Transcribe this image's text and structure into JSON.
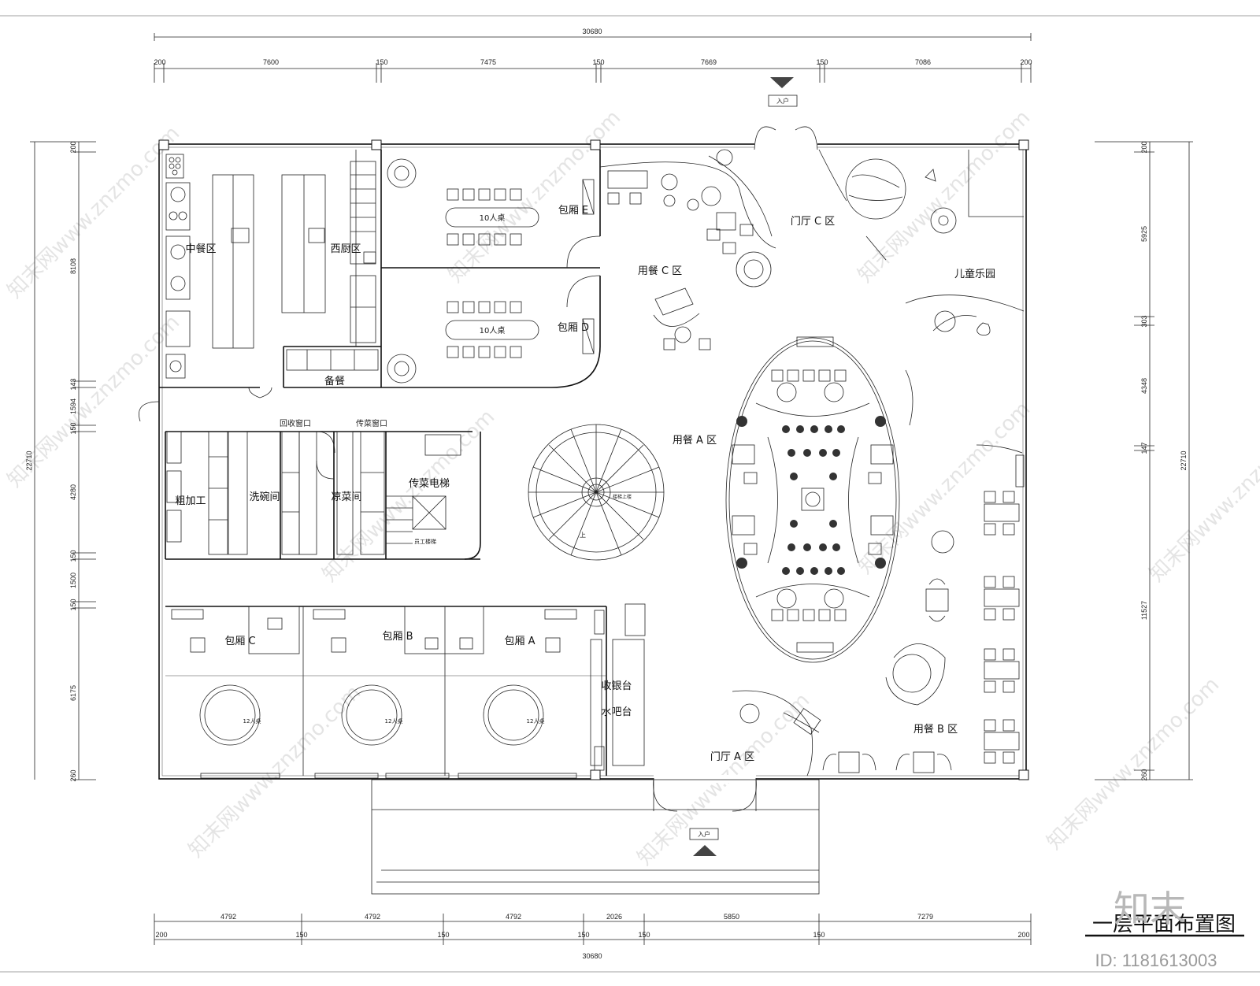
{
  "drawing": {
    "title": "一层平面布置图",
    "watermark_text": "知末网www.znzmo.com",
    "brand": "知末",
    "id_label": "ID: 1181613003"
  },
  "dimensions": {
    "top_total": "30680",
    "top_segments": [
      "200",
      "7600",
      "150",
      "7475",
      "150",
      "7669",
      "150",
      "7086",
      "200"
    ],
    "bottom_total": "30680",
    "bottom_segments_upper": [
      "4792",
      "4792",
      "4792",
      "2026",
      "5850",
      "7279"
    ],
    "bottom_segments_lower": [
      "200",
      "150",
      "150",
      "150",
      "150",
      "150",
      "200"
    ],
    "left_total": "22710",
    "left_segments": [
      "200",
      "8108",
      "143",
      "1594",
      "150",
      "4280",
      "150",
      "1500",
      "150",
      "6175",
      "260"
    ],
    "right_total": "22710",
    "right_segments": [
      "200",
      "5925",
      "303",
      "4348",
      "147",
      "11527",
      "260"
    ]
  },
  "entrances": {
    "top": "入户",
    "bottom": "入户"
  },
  "rooms": {
    "chinese_kitchen": "中餐区",
    "western_kitchen": "西厨区",
    "private_e": "包厢 E",
    "private_d": "包厢 D",
    "table10_e": "10人桌",
    "table10_d": "10人桌",
    "prep": "备餐",
    "rough": "粗加工",
    "dish_wash": "洗碗间",
    "return_window": "回收窗口",
    "pass_window": "传菜窗口",
    "cold_dish": "凉菜间",
    "dumbwaiter": "传菜电梯",
    "staff_stair": "员工楼梯",
    "private_c": "包厢 C",
    "private_b": "包厢 B",
    "private_a": "包厢 A",
    "table12": "12人桌",
    "cashier": "收银台",
    "water_bar": "水吧台",
    "lobby_a": "门厅 A 区",
    "lobby_c": "门厅 C 区",
    "dining_a": "用餐 A 区",
    "dining_b": "用餐 B 区",
    "dining_c": "用餐 C 区",
    "kids_park": "儿童乐园",
    "stair_up": "上",
    "stair_label": "楼梯上楼"
  }
}
